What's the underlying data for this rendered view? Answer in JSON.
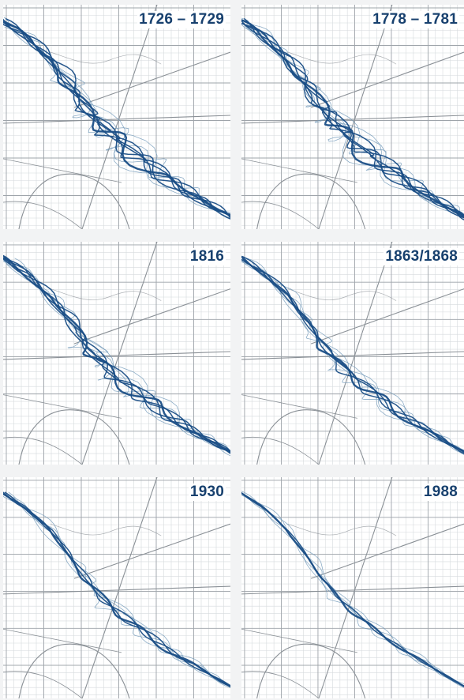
{
  "colors": {
    "river": "#1a4e86",
    "river_light": "#6f97b8",
    "grid_minor": "#d6dadd",
    "grid_major": "#9ea4aa",
    "roads": "#8a9096",
    "label": "#17406e"
  },
  "panels": [
    {
      "label": "1726 – 1729",
      "activity": 5
    },
    {
      "label": "1778 – 1781",
      "activity": 5
    },
    {
      "label": "1816",
      "activity": 4
    },
    {
      "label": "1863/1868",
      "activity": 3
    },
    {
      "label": "1930",
      "activity": 2
    },
    {
      "label": "1988",
      "activity": 1
    }
  ]
}
